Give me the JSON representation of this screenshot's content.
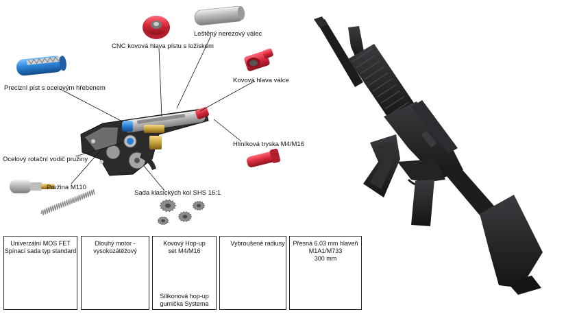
{
  "callouts": {
    "cnc_piston_head": "CNC kovová hlava pístu s ložiskem",
    "polished_cylinder": "Leštěný nerezový válec",
    "precision_piston": "Precizní píst s ocelovým hřebenem",
    "cylinder_head": "Kovová hlava válce",
    "air_nozzle": "Hliníková tryska M4/M16",
    "spring_guide": "Ocelový rotační vodič pružiny",
    "spring": "Pružina M110",
    "gear_set": "Sada klasických kol SHS 16:1"
  },
  "panels": [
    {
      "line1": "Univerzální MOS FET",
      "line2": "Spínací sada typ standard"
    },
    {
      "line1": "Dlouhý motor -",
      "line2": "vysokozátěžový"
    },
    {
      "line1": "Kovový Hop-up",
      "line2": "set M4/M16",
      "line3": "Silikonová hop-up",
      "line4": "gumička Systema"
    },
    {
      "line1": "Vybroušené radiusy"
    },
    {
      "line1": "Přesná 6.03 mm hlaveň",
      "line2": "M1A1/M733",
      "line3": "300 mm"
    }
  ],
  "colors": {
    "accent_red": "#d8283a",
    "accent_blue": "#2a7fd4",
    "brass": "#c9a23a",
    "steel": "#b9bcbf",
    "rifle": "#1f2022"
  }
}
